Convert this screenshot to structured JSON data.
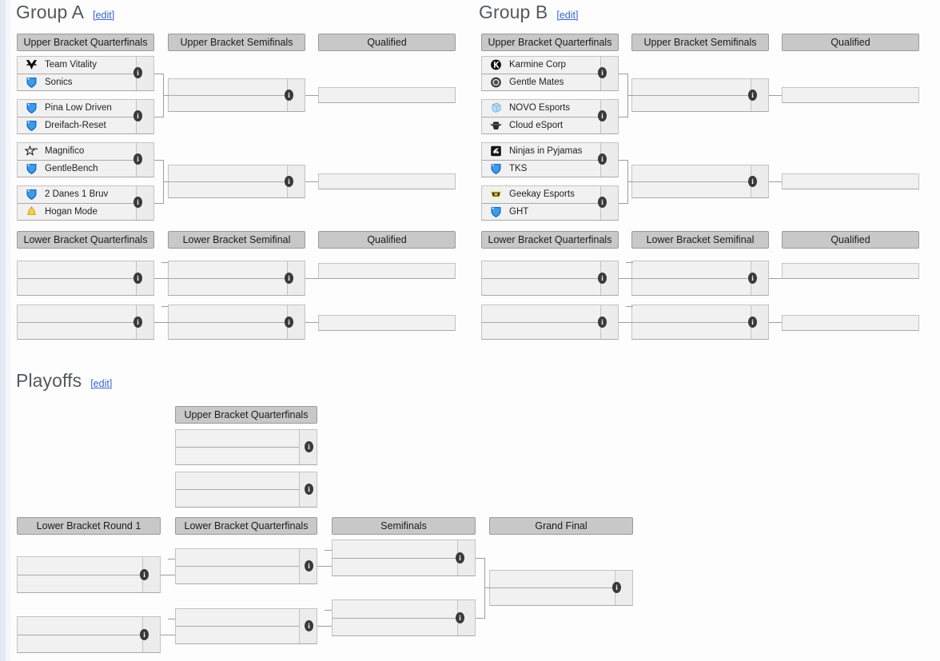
{
  "page": {
    "accent_link_color": "#3366cc",
    "heading_color": "#54595d",
    "header_pill_bg": "#c8c8c8",
    "match_bg": "#f1f1f1"
  },
  "edit_label": "[edit]",
  "info_glyph": "i",
  "sections": [
    {
      "id": "group-a",
      "title": "Group A"
    },
    {
      "id": "group-b",
      "title": "Group B"
    },
    {
      "id": "playoffs",
      "title": "Playoffs"
    }
  ],
  "round_headers": {
    "ga_ubqf": "Upper Bracket Quarterfinals",
    "ga_ubsf": "Upper Bracket Semifinals",
    "ga_uq": "Qualified",
    "ga_lbqf": "Lower Bracket Quarterfinals",
    "ga_lbsf": "Lower Bracket Semifinal",
    "ga_lq": "Qualified",
    "gb_ubqf": "Upper Bracket Quarterfinals",
    "gb_ubsf": "Upper Bracket Semifinals",
    "gb_uq": "Qualified",
    "gb_lbqf": "Lower Bracket Quarterfinals",
    "gb_lbsf": "Lower Bracket Semifinal",
    "gb_lq": "Qualified",
    "po_ubqf": "Upper Bracket Quarterfinals",
    "po_lbr1": "Lower Bracket Round 1",
    "po_lbqf": "Lower Bracket Quarterfinals",
    "po_sf": "Semifinals",
    "po_gf": "Grand Final"
  },
  "group_a": {
    "ubqf": [
      {
        "top": {
          "name": "Team Vitality",
          "logo": "vitality-bee-icon"
        },
        "bottom": {
          "name": "Sonics",
          "logo": "blue-shield-icon"
        }
      },
      {
        "top": {
          "name": "Pina Low Driven",
          "logo": "blue-shield-icon"
        },
        "bottom": {
          "name": "Dreifach-Reset",
          "logo": "blue-shield-icon"
        }
      },
      {
        "top": {
          "name": "Magnifico",
          "logo": "star-outline-icon"
        },
        "bottom": {
          "name": "GentleBench",
          "logo": "blue-shield-icon"
        }
      },
      {
        "top": {
          "name": "2 Danes 1 Bruv",
          "logo": "blue-shield-icon"
        },
        "bottom": {
          "name": "Hogan Mode",
          "logo": "gold-bell-icon"
        }
      }
    ],
    "ubsf": [
      {
        "top": {
          "name": "",
          "logo": ""
        },
        "bottom": {
          "name": "",
          "logo": ""
        }
      },
      {
        "top": {
          "name": "",
          "logo": ""
        },
        "bottom": {
          "name": "",
          "logo": ""
        }
      }
    ],
    "qualified_upper": [
      {
        "name": ""
      },
      {
        "name": ""
      }
    ],
    "lbqf": [
      {
        "top": {
          "name": "",
          "logo": ""
        },
        "bottom": {
          "name": "",
          "logo": ""
        }
      },
      {
        "top": {
          "name": "",
          "logo": ""
        },
        "bottom": {
          "name": "",
          "logo": ""
        }
      }
    ],
    "lbsf": [
      {
        "top": {
          "name": "",
          "logo": ""
        },
        "bottom": {
          "name": "",
          "logo": ""
        }
      },
      {
        "top": {
          "name": "",
          "logo": ""
        },
        "bottom": {
          "name": "",
          "logo": ""
        }
      }
    ],
    "qualified_lower": [
      {
        "name": ""
      },
      {
        "name": ""
      }
    ]
  },
  "group_b": {
    "ubqf": [
      {
        "top": {
          "name": "Karmine Corp",
          "logo": "karmine-k-icon"
        },
        "bottom": {
          "name": "Gentle Mates",
          "logo": "gray-crest-icon"
        }
      },
      {
        "top": {
          "name": "NOVO Esports",
          "logo": "ice-cube-icon"
        },
        "bottom": {
          "name": "Cloud eSport",
          "logo": "cloud-wing-icon"
        }
      },
      {
        "top": {
          "name": "Ninjas in Pyjamas",
          "logo": "nip-ninja-icon"
        },
        "bottom": {
          "name": "TKS",
          "logo": "blue-shield-icon"
        }
      },
      {
        "top": {
          "name": "Geekay Esports",
          "logo": "geekay-yellow-icon"
        },
        "bottom": {
          "name": "GHT",
          "logo": "blue-shield-icon"
        }
      }
    ],
    "ubsf": [
      {
        "top": {
          "name": "",
          "logo": ""
        },
        "bottom": {
          "name": "",
          "logo": ""
        }
      },
      {
        "top": {
          "name": "",
          "logo": ""
        },
        "bottom": {
          "name": "",
          "logo": ""
        }
      }
    ],
    "qualified_upper": [
      {
        "name": ""
      },
      {
        "name": ""
      }
    ],
    "lbqf": [
      {
        "top": {
          "name": "",
          "logo": ""
        },
        "bottom": {
          "name": "",
          "logo": ""
        }
      },
      {
        "top": {
          "name": "",
          "logo": ""
        },
        "bottom": {
          "name": "",
          "logo": ""
        }
      }
    ],
    "lbsf": [
      {
        "top": {
          "name": "",
          "logo": ""
        },
        "bottom": {
          "name": "",
          "logo": ""
        }
      },
      {
        "top": {
          "name": "",
          "logo": ""
        },
        "bottom": {
          "name": "",
          "logo": ""
        }
      }
    ],
    "qualified_lower": [
      {
        "name": ""
      },
      {
        "name": ""
      }
    ]
  },
  "playoffs": {
    "ubqf": [
      {
        "top": {
          "name": "",
          "logo": ""
        },
        "bottom": {
          "name": "",
          "logo": ""
        }
      },
      {
        "top": {
          "name": "",
          "logo": ""
        },
        "bottom": {
          "name": "",
          "logo": ""
        }
      }
    ],
    "lbr1": [
      {
        "top": {
          "name": "",
          "logo": ""
        },
        "bottom": {
          "name": "",
          "logo": ""
        }
      },
      {
        "top": {
          "name": "",
          "logo": ""
        },
        "bottom": {
          "name": "",
          "logo": ""
        }
      }
    ],
    "lbqf": [
      {
        "top": {
          "name": "",
          "logo": ""
        },
        "bottom": {
          "name": "",
          "logo": ""
        }
      },
      {
        "top": {
          "name": "",
          "logo": ""
        },
        "bottom": {
          "name": "",
          "logo": ""
        }
      }
    ],
    "semifinals": [
      {
        "top": {
          "name": "",
          "logo": ""
        },
        "bottom": {
          "name": "",
          "logo": ""
        }
      },
      {
        "top": {
          "name": "",
          "logo": ""
        },
        "bottom": {
          "name": "",
          "logo": ""
        }
      }
    ],
    "grand_final": [
      {
        "top": {
          "name": "",
          "logo": ""
        },
        "bottom": {
          "name": "",
          "logo": ""
        }
      }
    ]
  }
}
